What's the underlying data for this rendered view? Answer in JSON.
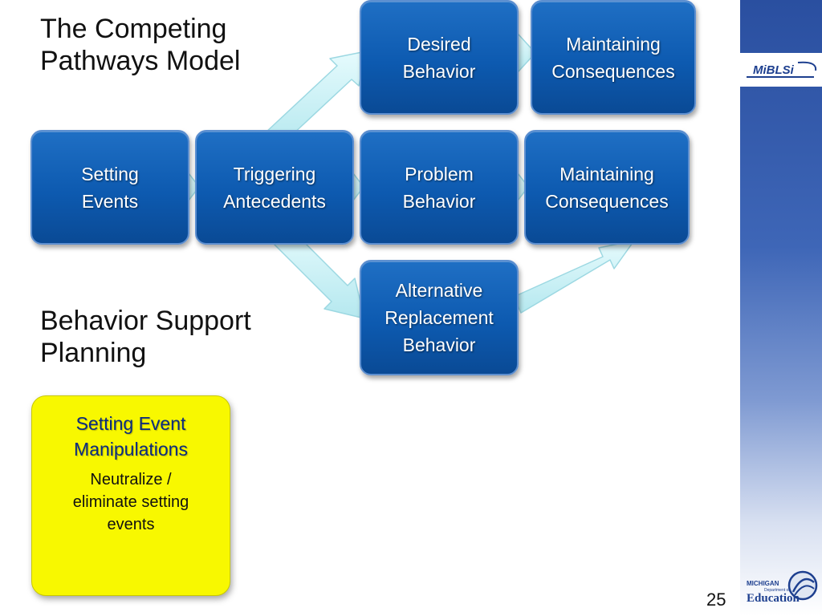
{
  "title": [
    "The Competing",
    "Pathways Model"
  ],
  "subtitle": [
    "Behavior Support",
    "Planning"
  ],
  "boxes": {
    "setting_events": [
      "Setting",
      "Events"
    ],
    "triggering_antecedents": [
      "Triggering",
      "Antecedents"
    ],
    "problem_behavior": [
      "Problem",
      "Behavior"
    ],
    "maintaining_consequences_problem": [
      "Maintaining",
      "Consequences"
    ],
    "desired_behavior": [
      "Desired",
      "Behavior"
    ],
    "maintaining_consequences_desired": [
      "Maintaining",
      "Consequences"
    ],
    "alternative_replacement_behavior": [
      "Alternative",
      "Replacement",
      "Behavior"
    ]
  },
  "yellow_box": {
    "title": [
      "Setting Event",
      "Manipulations"
    ],
    "body": [
      "Neutralize /",
      "eliminate setting",
      "events"
    ]
  },
  "logos": {
    "mibls": "MiBLSi",
    "mde_top": "MICHIGAN",
    "mde_dept": "Department of",
    "mde_main": "Education"
  },
  "page_number": "25",
  "colors": {
    "box_blue": "#0d5ab0",
    "arrow": "#c9f2f6",
    "highlight_yellow": "#f8f800",
    "sidebar_blue": "#2a4fa0"
  }
}
